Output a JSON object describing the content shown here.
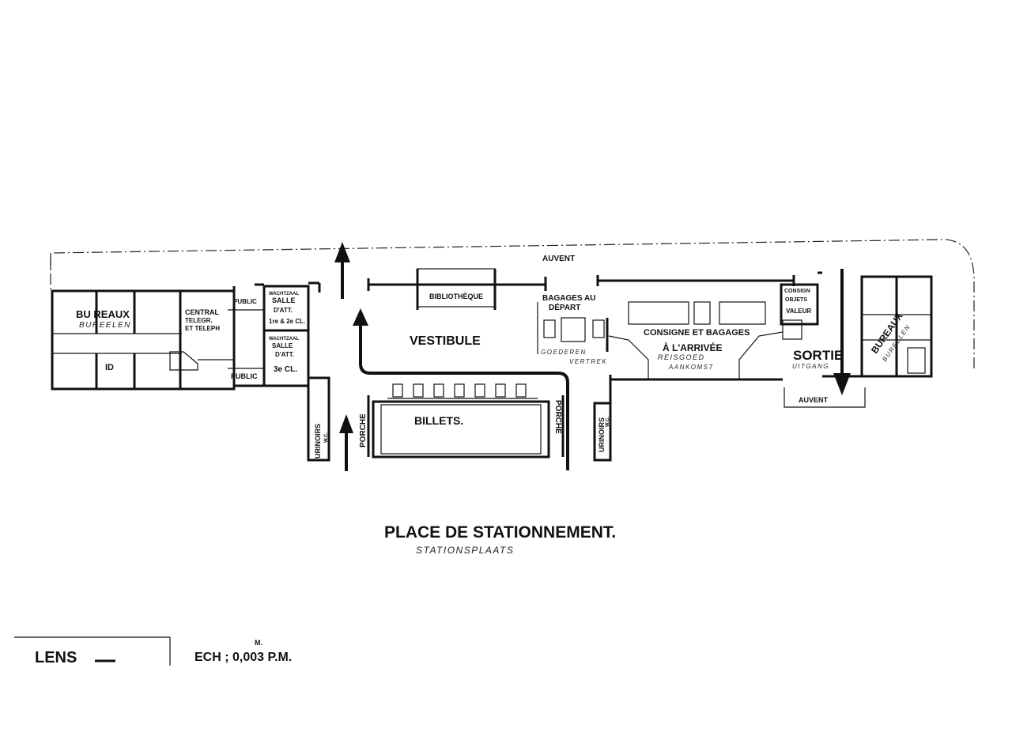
{
  "plan": {
    "auvent_top": "AUVENT",
    "auvent_right": "AUVENT",
    "bureaux_left": "BU REAUX",
    "bureelen_left": "BUREELEN",
    "id": "ID",
    "central": "CENTRAL",
    "telegr": "TELEGR.",
    "teleph": "ET TELEPH",
    "public_1": "PUBLIC",
    "public_2": "PUBLIC",
    "wachtzaal_1": "WACHTZAAL",
    "salle_1": "SALLE",
    "datt_1": "D'ATT.",
    "cl_12": "1re & 2e CL.",
    "wachtzaal_2": "WACHTZAAL",
    "salle_2": "SALLE",
    "datt_2": "D'ATT.",
    "cl_3": "3e CL.",
    "urinoirs_left": "URINOIRS",
    "urinoirs_right": "URINOIRS",
    "wc_left": "W.C.",
    "wc_right": "W.C.",
    "porche_left": "PORCHE",
    "porche_right": "PORCHE",
    "bibliotheque": "BIBLIOTHÈQUE",
    "vestibule": "VESTIBULE",
    "billets": "BILLETS.",
    "bagages_1": "BAGAGES AU",
    "bagages_2": "DÉPART",
    "goederen": "GOEDEREN",
    "vertrek": "VERTREK",
    "consigne": "CONSIGNE ET BAGAGES",
    "arrivee": "À L'ARRIVÉE",
    "reisgoed": "REISGOED",
    "aankomst": "AANKOMST",
    "consign_1": "CONSIGN",
    "consign_2": "OBJETS",
    "valeur": "VALEUR",
    "sortie": "SORTIE",
    "uitgang": "UITGANG",
    "bureaux_right": "BUREAUX",
    "bureelen_right": "BUREELEN",
    "place": "PLACE DE STATIONNEMENT.",
    "stationsplaats": "STATIONSPLAATS",
    "station_name": "LENS",
    "scale": "ECH ; 0,003 P.M.",
    "scale_unit": "M."
  }
}
